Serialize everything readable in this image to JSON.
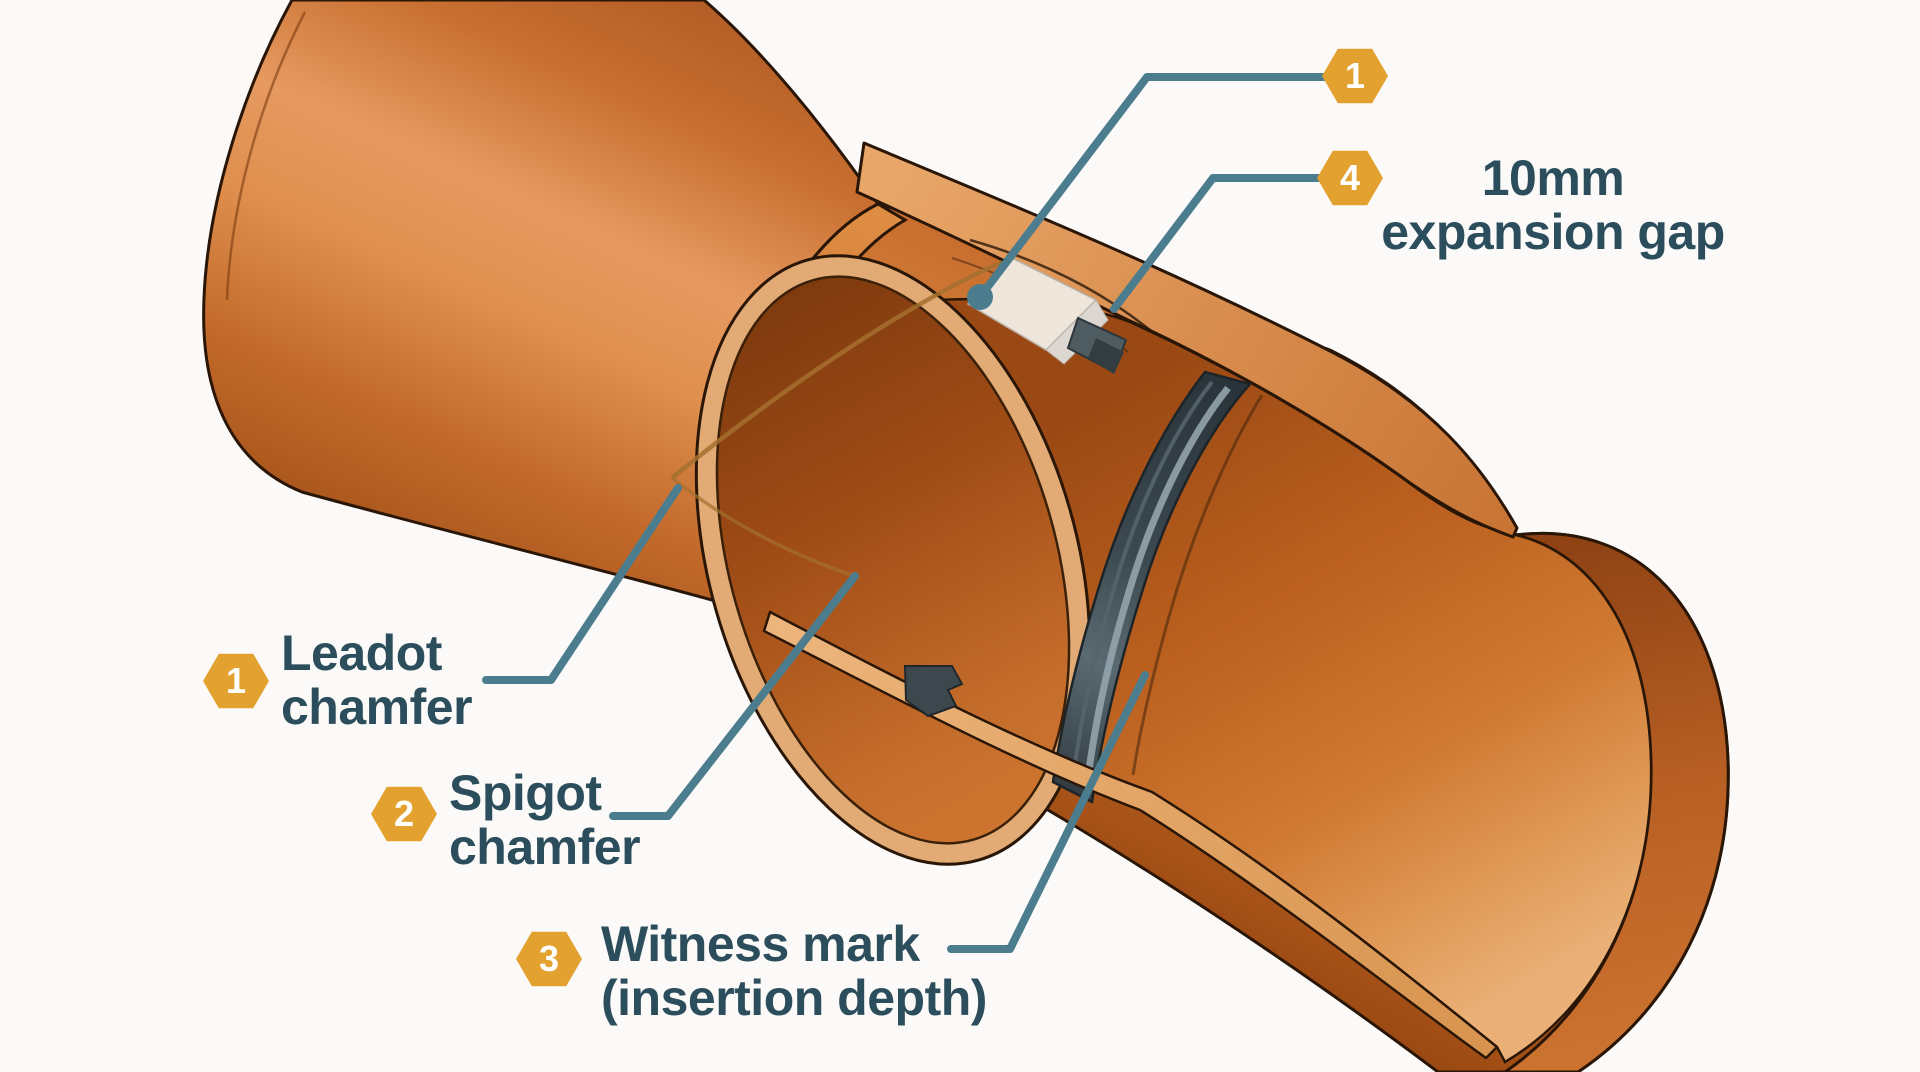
{
  "diagram": {
    "subject": "PVC pipe push-fit joint cutaway",
    "background_color": "#FBFAF8",
    "pipe_color": "#C9702E",
    "seal_color": "#39454B",
    "badge_color": "#E3A12F",
    "label_text_color": "#2B4D5C",
    "leader_line_color": "#4C7D8E"
  },
  "callouts": {
    "leadin_joint": {
      "number": "1"
    },
    "gap": {
      "number": "4",
      "line1": "10mm",
      "line2": "expansion gap"
    },
    "leadot": {
      "number": "1",
      "line1": "Leadot",
      "line2": "chamfer"
    },
    "spigot": {
      "number": "2",
      "line1": "Spigot",
      "line2": "chamfer"
    },
    "witness": {
      "number": "3",
      "line1": "Witness mark",
      "line2": "(insertion depth)"
    }
  }
}
